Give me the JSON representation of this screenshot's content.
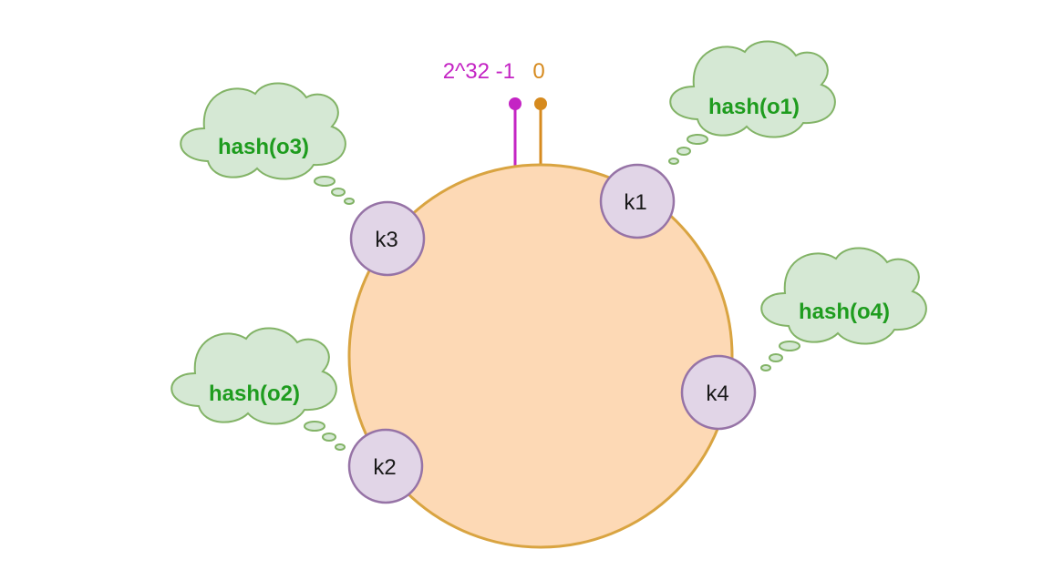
{
  "colors": {
    "ring_fill": "#fdd9b5",
    "ring_stroke": "#d9a441",
    "node_fill": "#e1d5e7",
    "node_stroke": "#9673a6",
    "cloud_fill": "#d5e8d4",
    "cloud_stroke": "#82b366",
    "cloud_text": "#1e9c1e",
    "marker_max": "#c424c4",
    "marker_zero": "#d68a1e"
  },
  "markers": {
    "max_label": "2^32 -1",
    "zero_label": "0"
  },
  "nodes": [
    {
      "id": "k1",
      "label": "k1"
    },
    {
      "id": "k2",
      "label": "k2"
    },
    {
      "id": "k3",
      "label": "k3"
    },
    {
      "id": "k4",
      "label": "k4"
    }
  ],
  "objects": [
    {
      "id": "o1",
      "label": "hash(o1)"
    },
    {
      "id": "o2",
      "label": "hash(o2)"
    },
    {
      "id": "o3",
      "label": "hash(o3)"
    },
    {
      "id": "o4",
      "label": "hash(o4)"
    }
  ]
}
